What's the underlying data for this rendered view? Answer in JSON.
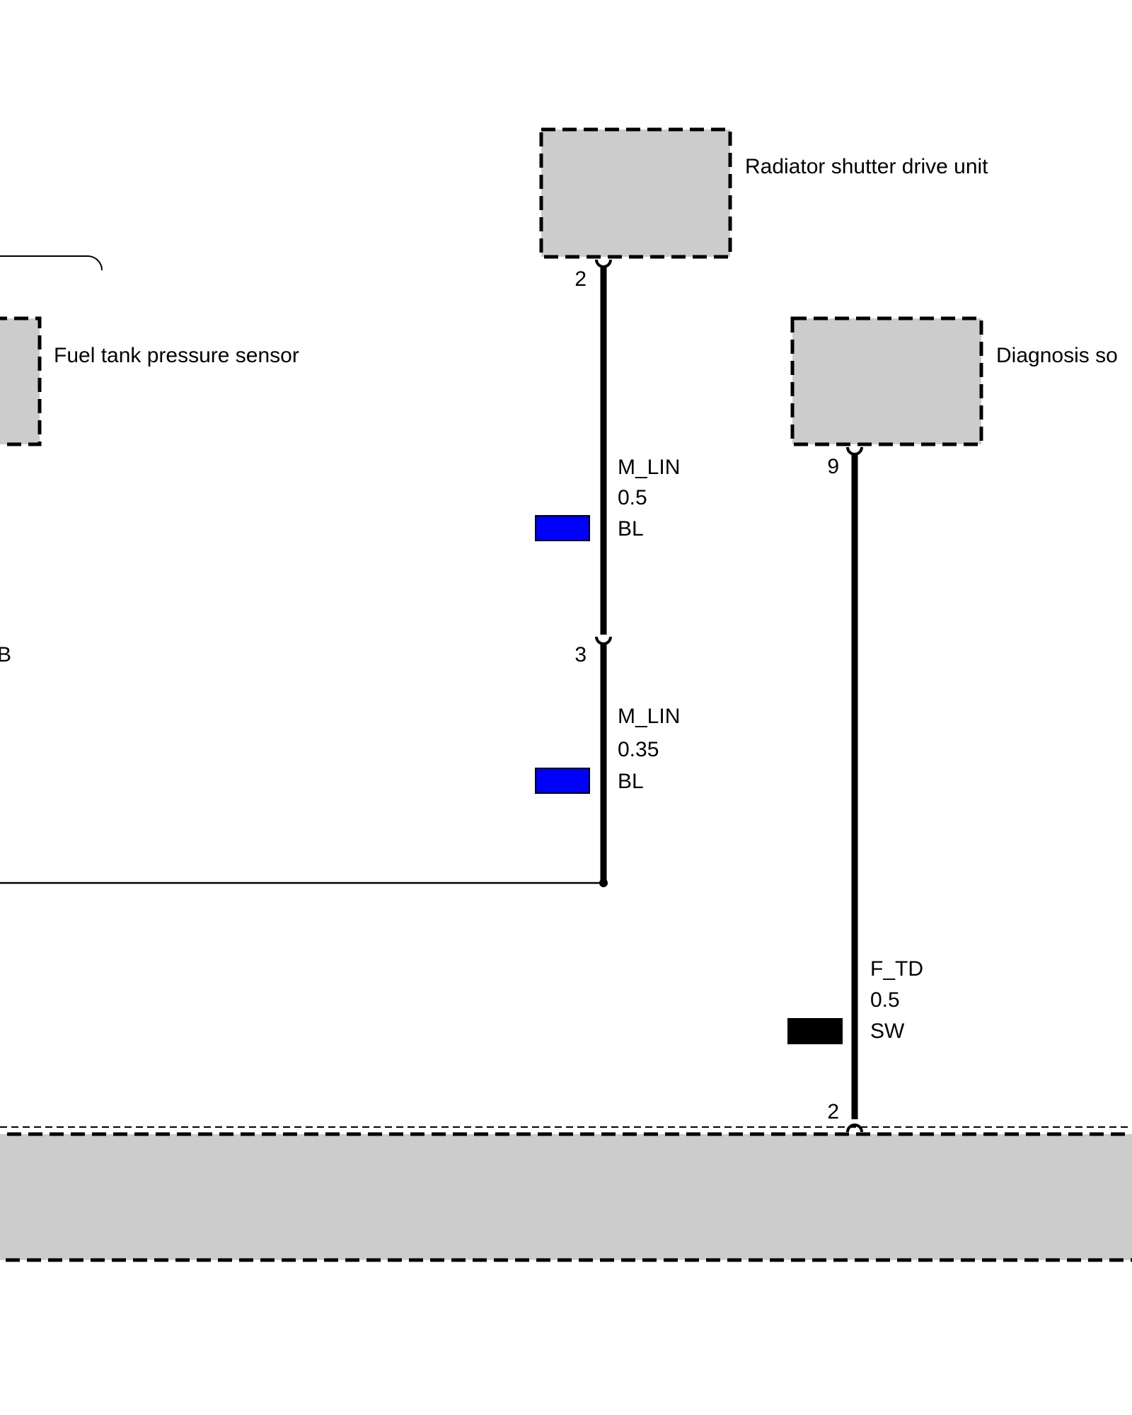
{
  "components": {
    "radiator_shutter": {
      "label": "Radiator shutter drive unit"
    },
    "fuel_tank_sensor": {
      "label": "Fuel tank pressure sensor"
    },
    "diagnosis_socket": {
      "label": "Diagnosis so"
    }
  },
  "pins": {
    "radiator_shutter_pin": "2",
    "splice_pin": "3",
    "diagnosis_pin": "9",
    "bottom_module_pin": "2"
  },
  "wires": {
    "m_lin_upper": {
      "signal": "M_LIN",
      "gauge": "0.5",
      "color_code": "BL",
      "swatch_color": "#0000ff"
    },
    "m_lin_lower": {
      "signal": "M_LIN",
      "gauge": "0.35",
      "color_code": "BL",
      "swatch_color": "#0000ff"
    },
    "f_td": {
      "signal": "F_TD",
      "gauge": "0.5",
      "color_code": "SW",
      "swatch_color": "#000000"
    }
  },
  "left_edge_fragment": "B",
  "colors": {
    "component_fill": "#cccccc",
    "line": "#000000"
  }
}
